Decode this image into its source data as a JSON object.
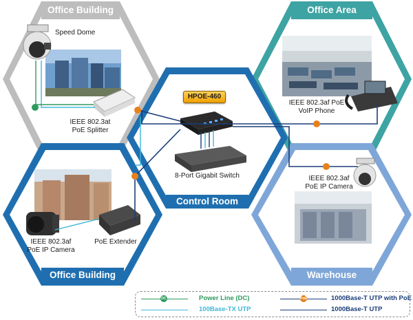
{
  "zones": {
    "office_building_top": "Office Building",
    "office_area": "Office Area",
    "control_room": "Control Room",
    "office_building_bottom": "Office Building",
    "warehouse": "Warehouse"
  },
  "devices": {
    "speed_dome": "Speed Dome",
    "poe_splitter_line1": "IEEE 802.3at",
    "poe_splitter_line2": "PoE Splitter",
    "switch_model": "HPOE-460",
    "gigabit_switch": "8-Port Gigabit Switch",
    "voip_line1": "IEEE 802.3af PoE",
    "voip_line2": "VoIP Phone",
    "ip_camera_wh_line1": "IEEE 802.3af",
    "ip_camera_wh_line2": "PoE IP Camera",
    "ip_camera_ob_line1": "IEEE 802.3af",
    "ip_camera_ob_line2": "PoE IP Camera",
    "poe_extender": "PoE Extender"
  },
  "badges": {
    "dc": "DC",
    "poe": "PoE"
  },
  "legend": {
    "power_line": "Power Line (DC)",
    "utp_poe": "1000Base-T UTP with PoE",
    "tx_utp": "100Base-TX UTP",
    "t_utp": "1000Base-T UTP"
  },
  "colors": {
    "grey_zone": "#bdbdbd",
    "teal_zone": "#3ea3a3",
    "blue_zone": "#1f6fb0",
    "light_blue_zone": "#7fa6d8",
    "dc_line": "#2e9a5e",
    "poe_line": "#1a3d7a",
    "tx_line": "#3fb7d6",
    "badge_poe": "#e8811a",
    "badge_dc": "#2e9a5e"
  }
}
